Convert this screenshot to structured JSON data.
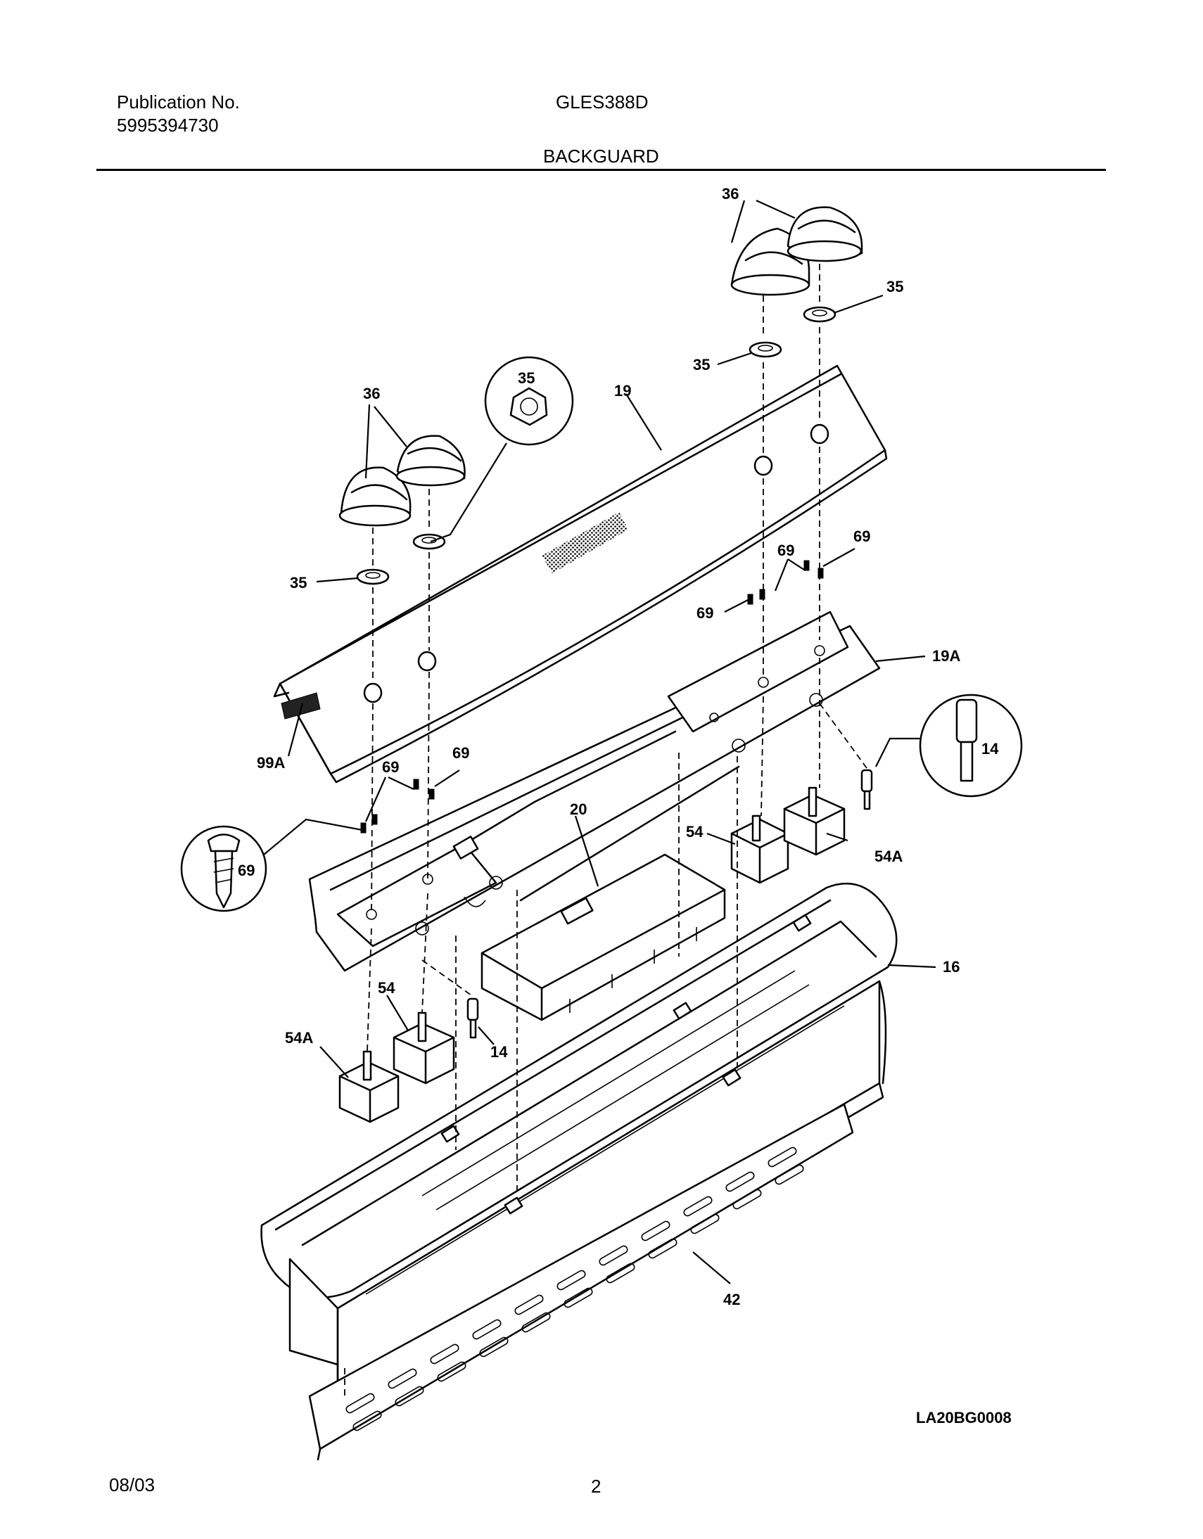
{
  "header": {
    "publication_label": "Publication No.",
    "publication_number": "5995394730",
    "model": "GLES388D",
    "section_title": "BACKGUARD"
  },
  "footer": {
    "date": "08/03",
    "page": "2"
  },
  "diagram": {
    "drawing_code": "LA20BG0008",
    "callouts": {
      "knob_top": "36",
      "knob_left": "36",
      "bezel_top_right": "35",
      "bezel_top_mid": "35",
      "bezel_detail": "35",
      "bezel_left": "35",
      "backguard_panel": "19",
      "panel_19a": "19A",
      "trim_99a": "99A",
      "screw_69_a": "69",
      "screw_69_b": "69",
      "screw_69_c": "69",
      "screw_69_d": "69",
      "screw_69_e": "69",
      "screw_detail": "69",
      "control_20": "20",
      "switch_54_right": "54",
      "switch_54a_right": "54A",
      "switch_54_left": "54",
      "switch_54a_left": "54A",
      "indicator_14_detail": "14",
      "indicator_14_left": "14",
      "frame_16": "16",
      "vent_42": "42"
    }
  }
}
